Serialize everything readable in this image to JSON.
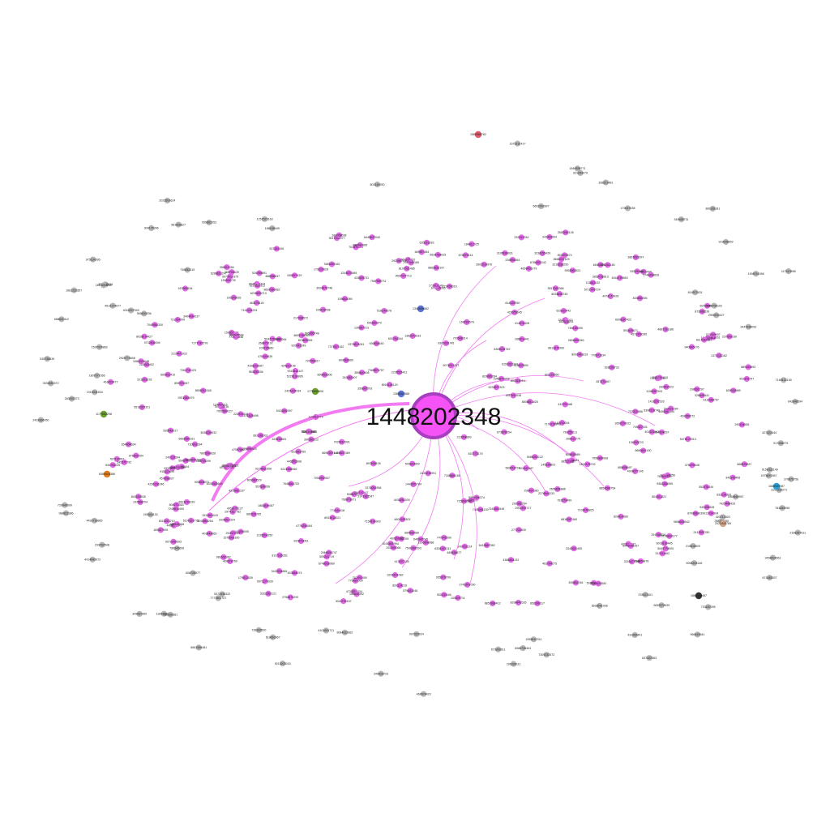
{
  "graph": {
    "hub": {
      "label": "1448202348",
      "color": "#f653f6",
      "ring": "#a83fbf"
    },
    "colors": {
      "member": "#e06ae6",
      "peripheral": "#b5b5b5",
      "edge": "#f27bf2",
      "red": "#e35a6a",
      "blue": "#5b73d9",
      "green": "#6aa12e",
      "orange": "#e07b1f",
      "cyan": "#2a9fd6",
      "dark": "#333333",
      "tan": "#d4a48a"
    },
    "highlight": [
      {
        "label": "1582665762",
        "color": "red"
      },
      {
        "label": "1308906862",
        "color": "blue"
      },
      {
        "label": "1369551588",
        "color": "blue"
      },
      {
        "label": "1776805805",
        "color": "green"
      },
      {
        "label": "1177663298",
        "color": "green"
      },
      {
        "label": "8389415386",
        "color": "orange"
      },
      {
        "label": "1685933987",
        "color": "cyan"
      },
      {
        "label": "1883442487",
        "color": "dark"
      },
      {
        "label": "2022443789",
        "color": "tan"
      }
    ]
  }
}
